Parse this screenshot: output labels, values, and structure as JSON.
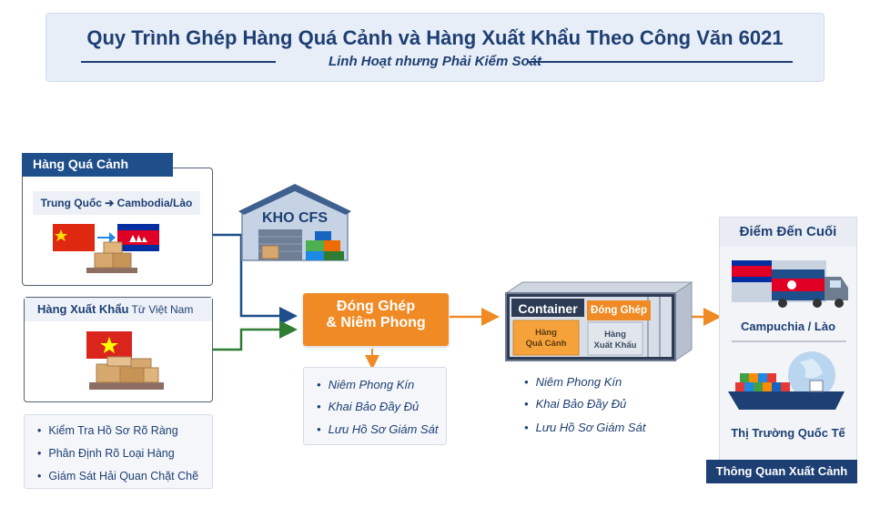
{
  "header": {
    "title": "Quy Trình Ghép Hàng Quá Cảnh và Hàng Xuất Khẩu Theo Công Văn 6021",
    "subtitle": "Linh Hoạt nhưng Phải Kiểm Soát"
  },
  "transit": {
    "label": "Hàng Quá Cảnh",
    "route": "Trung Quốc ➔ Cambodia/Lào"
  },
  "export": {
    "label_bold": "Hàng Xuất Khẩu",
    "label_rest": " Từ Việt Nam"
  },
  "checks": [
    "Kiểm Tra Hồ Sơ Rõ Ràng",
    "Phân Định Rõ Loại Hàng",
    "Giám Sát Hải Quan Chặt Chẽ"
  ],
  "warehouse": {
    "label": "KHO CFS"
  },
  "consolidation": {
    "line1": "Đóng Ghép",
    "line2": "& Niêm Phong",
    "steps": [
      "Niêm Phong Kín",
      "Khai Bảo Đầy Đủ",
      "Lưu Hồ Sơ Giám Sát"
    ]
  },
  "container": {
    "label": "Container",
    "tag": "Đóng Ghép",
    "box1_line1": "Hàng",
    "box1_line2": "Quá Cảnh",
    "box2_line1": "Hàng",
    "box2_line2": "Xuất Khẩu",
    "steps": [
      "Niêm Phong Kín",
      "Khai Bảo Đầy Đủ",
      "Lưu Hồ Sơ Giám Sát"
    ]
  },
  "destination": {
    "title": "Điểm Đến Cuối",
    "dest1": "Campuchia / Lào",
    "dest2": "Thị Trường Quốc Tế",
    "footer": "Thông Quan Xuất Cảnh"
  },
  "colors": {
    "navy": "#1e3f73",
    "orange": "#f08a24",
    "green": "#2e7d32",
    "blue_line": "#1e4f8a"
  }
}
